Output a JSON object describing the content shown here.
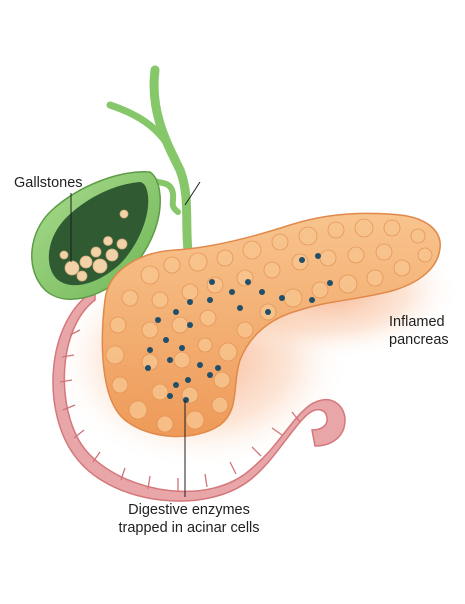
{
  "labels": {
    "gallstones": "Gallstones",
    "inflamed_pancreas": [
      "Inflamed",
      "pancreas"
    ],
    "digestive_enzymes": [
      "Digestive enzymes",
      "trapped in acinar cells"
    ]
  },
  "colors": {
    "pancreas": "#f2a766",
    "pancreas_light": "#f8c48e",
    "inflammation_glow": "#f07a3c",
    "duodenum": "#e8a6a8",
    "duodenum_dark": "#d4787c",
    "gallbladder": "#8ccd72",
    "gallbladder_inner": "#2f5a32",
    "bile_duct": "#86c76a",
    "gallstones": "#f2d2a8",
    "enzyme_dots": "#1f4f6a"
  }
}
